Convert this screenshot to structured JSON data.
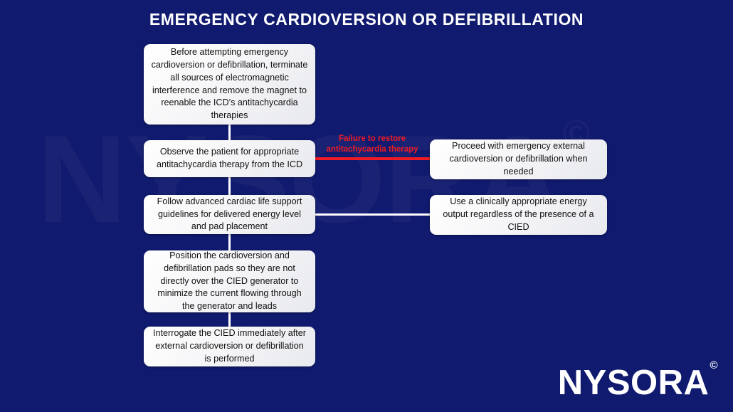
{
  "page": {
    "title": "EMERGENCY CARDIOVERSION OR DEFIBRILLATION",
    "background_color": "#101a6e",
    "accent_red": "#ef1b24",
    "node_color": "#ffffff",
    "text_color": "#111111"
  },
  "watermark": {
    "text": "NYSORA",
    "copyright": "©"
  },
  "logo": {
    "text": "NYSORA",
    "copyright": "©"
  },
  "flow": {
    "left_column": [
      {
        "id": "n1",
        "text": "Before attempting emergency cardioversion or defibrillation, terminate all sources of electromagnetic interference and remove the magnet to reenable the ICD’s antitachycardia therapies"
      },
      {
        "id": "n2",
        "text": "Observe the patient for appropriate antitachycardia therapy from the ICD"
      },
      {
        "id": "n3",
        "text": "Follow advanced cardiac life support guidelines for delivered energy level and pad placement"
      },
      {
        "id": "n4",
        "text": "Position the cardioversion and defibrillation pads so they are not directly over the CIED generator to minimize the current flowing through the generator and leads"
      },
      {
        "id": "n5",
        "text": "Interrogate the CIED immediately after external cardioversion or defibrillation is performed"
      }
    ],
    "right_column": [
      {
        "id": "r1",
        "text": "Proceed with emergency external cardioversion or defibrillation when needed"
      },
      {
        "id": "r2",
        "text": "Use a clinically appropriate energy output regardless of the presence of a CIED"
      }
    ],
    "branch_labels": [
      {
        "id": "b1",
        "text": "Failure to restore antitachycardia therapy",
        "color": "#ef1b24"
      }
    ]
  }
}
